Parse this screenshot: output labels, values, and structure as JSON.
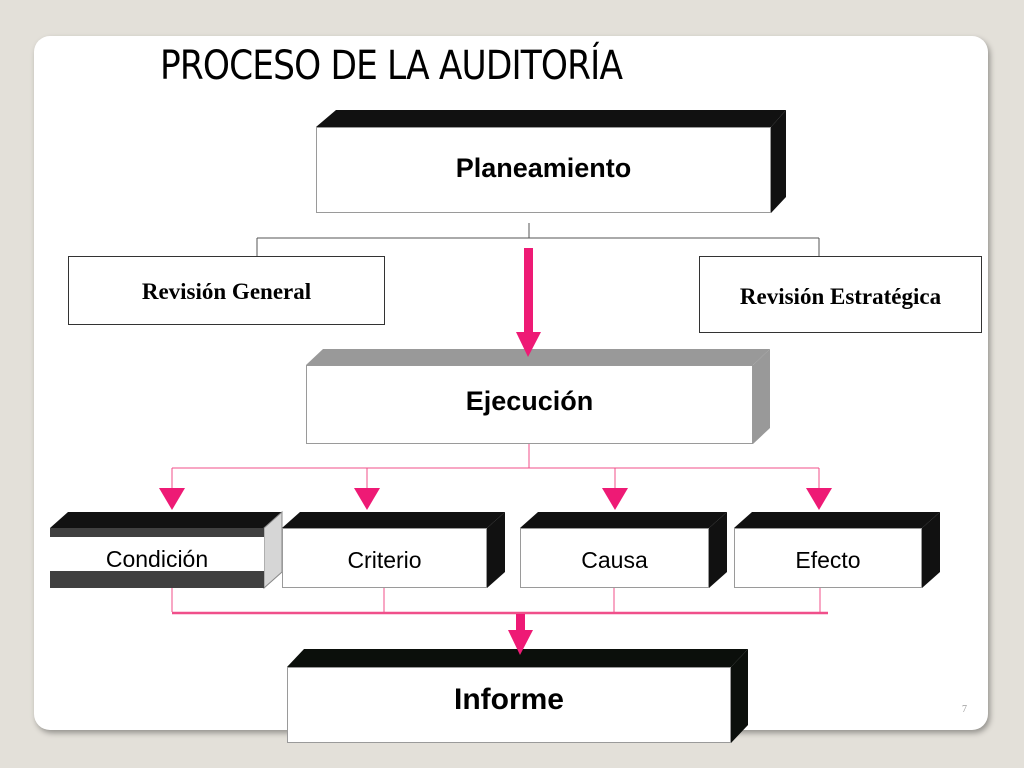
{
  "title": "PROCESO DE LA AUDITORÍA",
  "nodes": {
    "planeamiento": "Planeamiento",
    "revision_general": "Revisión General",
    "revision_estrategica": "Revisión Estratégica",
    "ejecucion": "Ejecución",
    "condicion": "Condición",
    "criterio": "Criterio",
    "causa": "Causa",
    "efecto": "Efecto",
    "informe": "Informe"
  },
  "slide_number": "7",
  "colors": {
    "arrow": "#ee1a75",
    "connector_pink": "#f04f8a",
    "connector_gray": "#555555",
    "bevel_dark": "#111111",
    "bevel_gray": "#9a9a9a",
    "background": "#e3e0d9"
  }
}
